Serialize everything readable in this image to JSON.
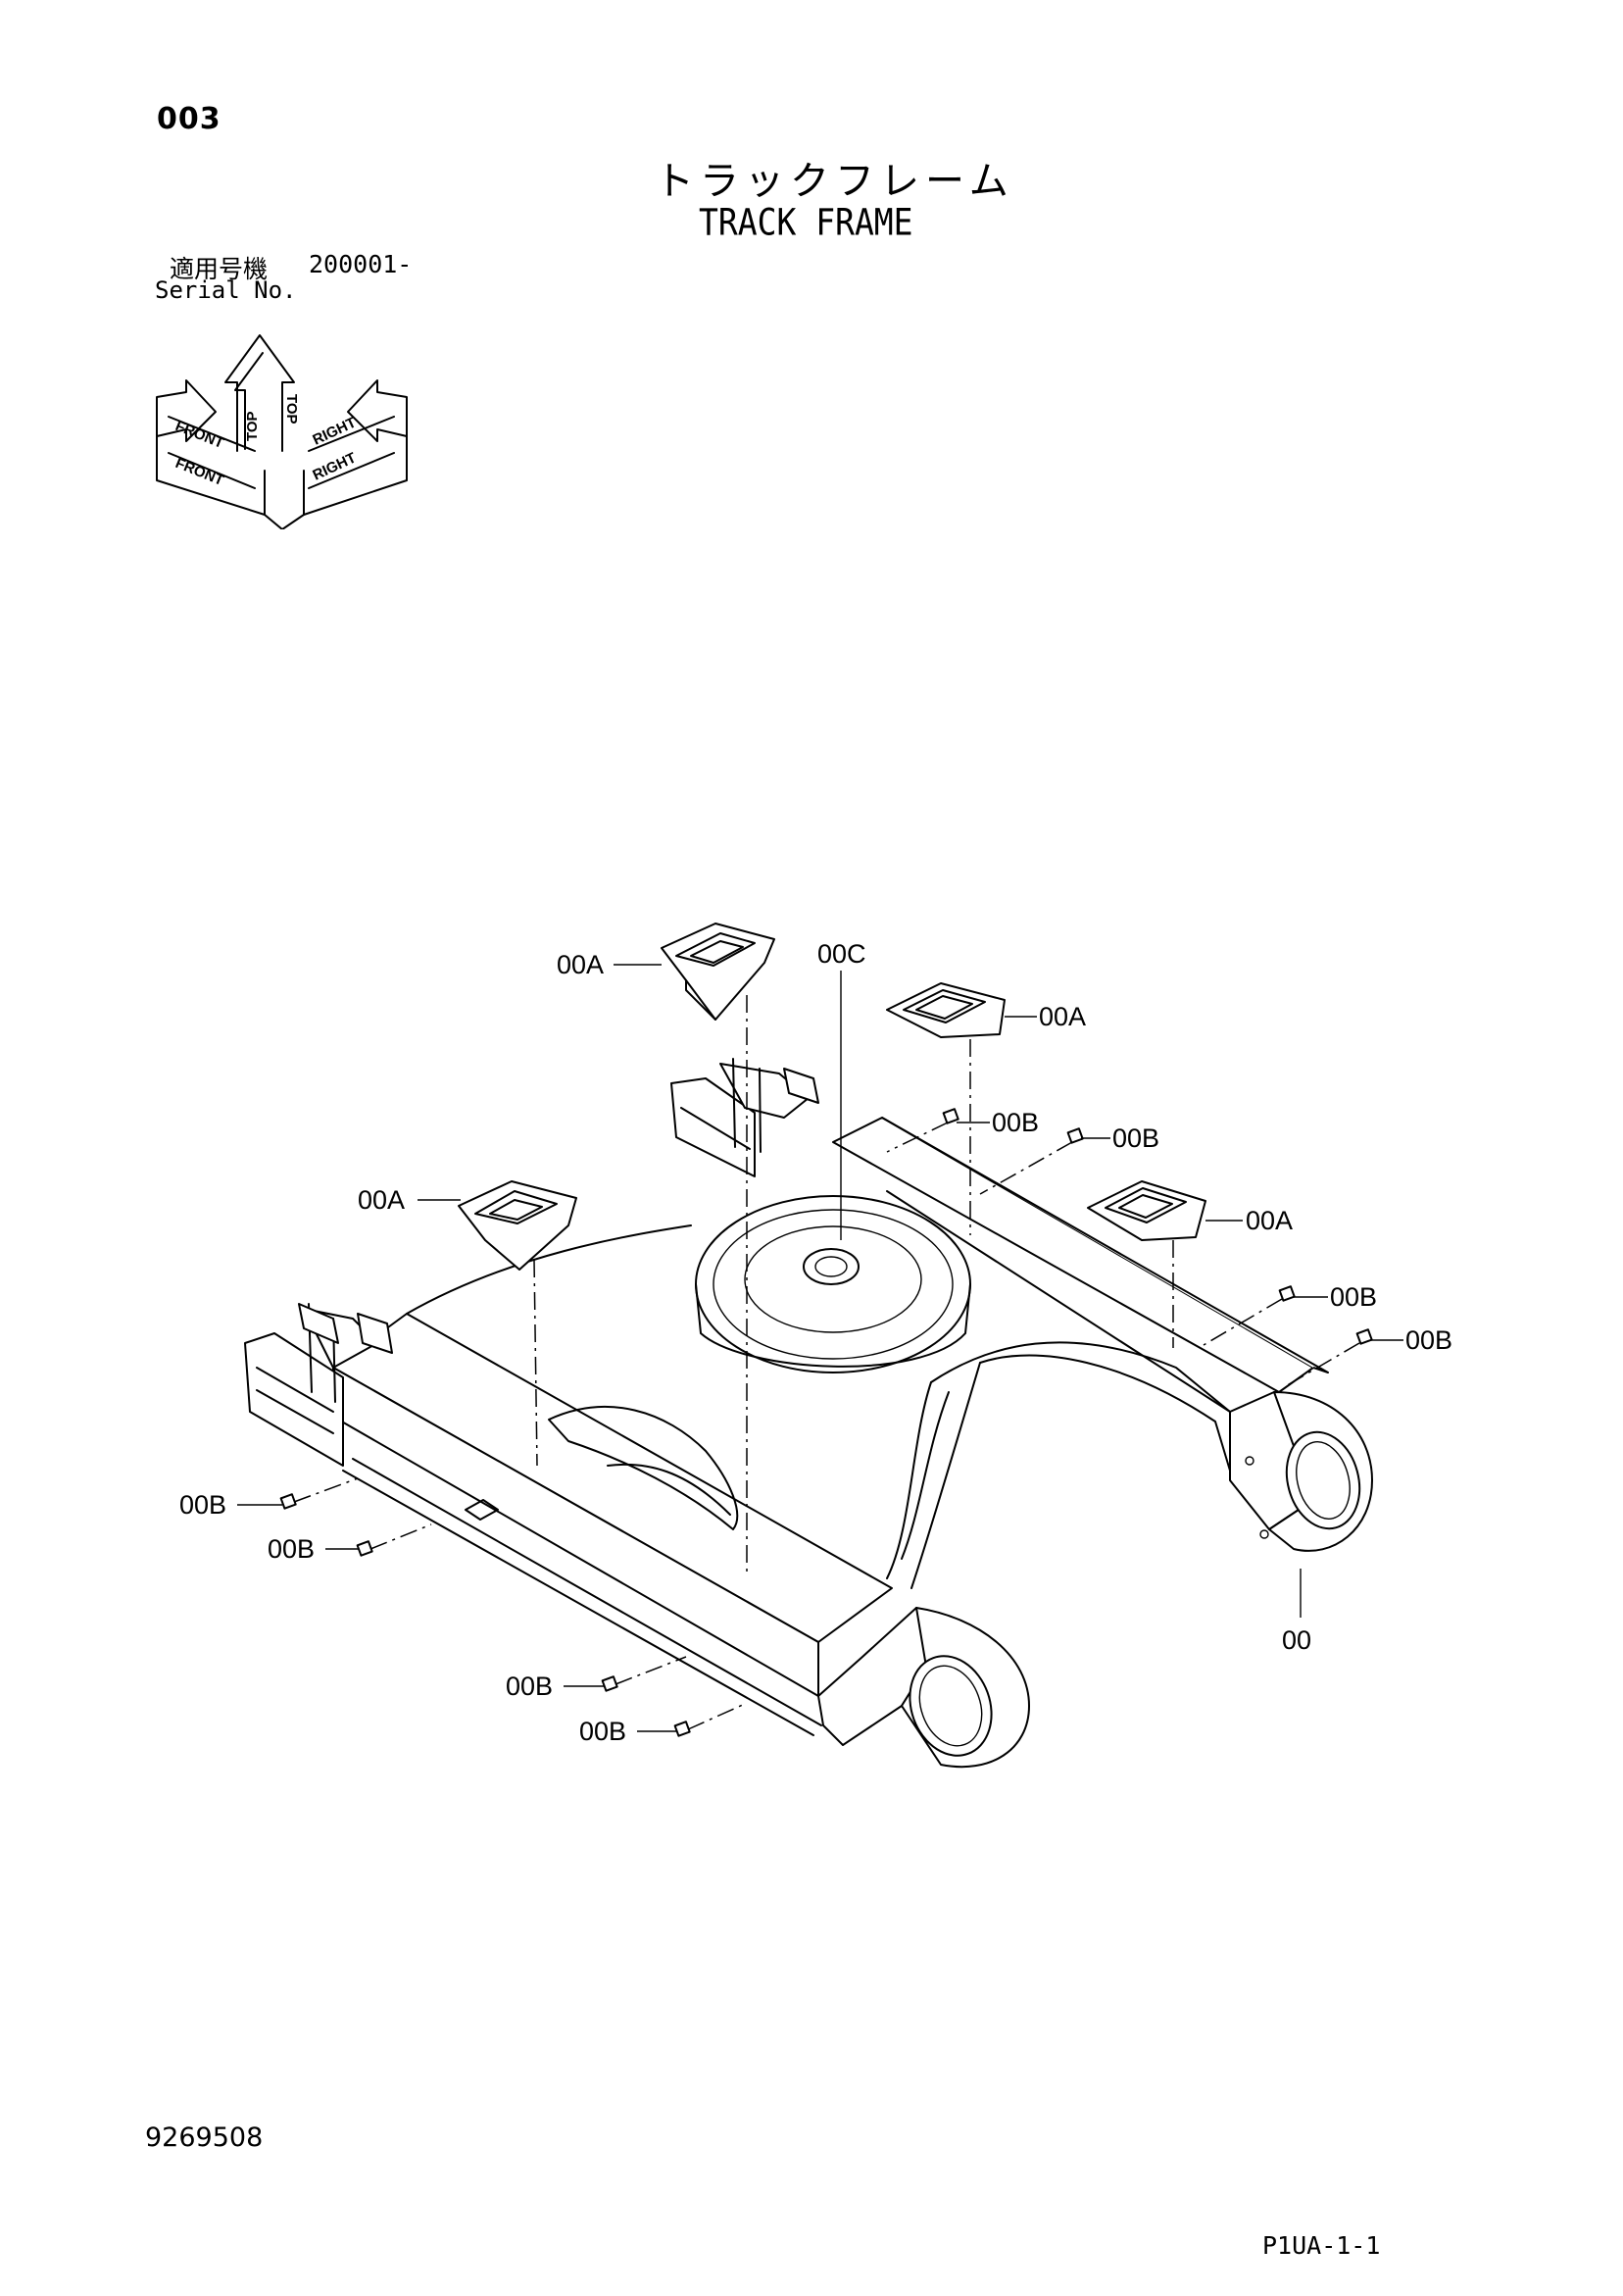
{
  "header": {
    "page_number": "003",
    "title_jp": "トラックフレーム",
    "title_en": "TRACK FRAME",
    "serial_label_jp": "適用号機",
    "serial_value": "200001-",
    "serial_label_en": "Serial No."
  },
  "orientation_icon": {
    "labels": [
      "TOP",
      "TOP",
      "FRONT",
      "FRONT",
      "RIGHT",
      "RIGHT"
    ]
  },
  "callouts": [
    {
      "id": "c1",
      "text": "00A"
    },
    {
      "id": "c2",
      "text": "00C"
    },
    {
      "id": "c3",
      "text": "00A"
    },
    {
      "id": "c4",
      "text": "00B"
    },
    {
      "id": "c5",
      "text": "00B"
    },
    {
      "id": "c6",
      "text": "00A"
    },
    {
      "id": "c7",
      "text": "00A"
    },
    {
      "id": "c8",
      "text": "00B"
    },
    {
      "id": "c9",
      "text": "00B"
    },
    {
      "id": "c10",
      "text": "00B"
    },
    {
      "id": "c11",
      "text": "00B"
    },
    {
      "id": "c12",
      "text": "00"
    },
    {
      "id": "c13",
      "text": "00B"
    },
    {
      "id": "c14",
      "text": "00B"
    }
  ],
  "footer": {
    "drawing_number": "9269508",
    "page_code": "P1UA-1-1"
  }
}
